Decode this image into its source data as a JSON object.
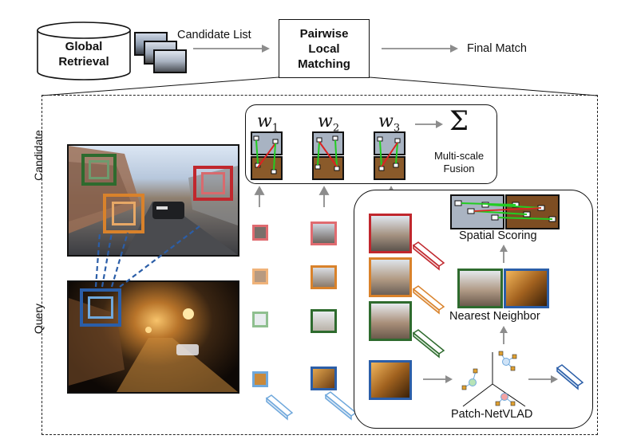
{
  "top": {
    "global_retrieval": "Global\nRetrieval",
    "candidate_list": "Candidate List",
    "pairwise_local_matching": "Pairwise\nLocal\nMatching",
    "final_match": "Final Match"
  },
  "left": {
    "candidate_label": "Candidate",
    "query_label": "Query"
  },
  "fusion": {
    "w1": "w",
    "w1_sub": "1",
    "w2": "w",
    "w2_sub": "2",
    "w3": "w",
    "w3_sub": "3",
    "sum_symbol": "Σ",
    "multiscale_fusion": "Multi-scale\nFusion"
  },
  "pipeline": {
    "spatial_scoring": "Spatial Scoring",
    "nearest_neighbor": "Nearest Neighbor",
    "patch_netvlad": "Patch-NetVLAD"
  },
  "colors": {
    "red": "#c0272d",
    "orange": "#d9822b",
    "green": "#2e6b2e",
    "blue": "#2b5ea8",
    "light_blue": "#6fa8dc",
    "arrow": "#8c8c8c",
    "match_green": "#22cc22",
    "match_red": "#dd2222"
  }
}
